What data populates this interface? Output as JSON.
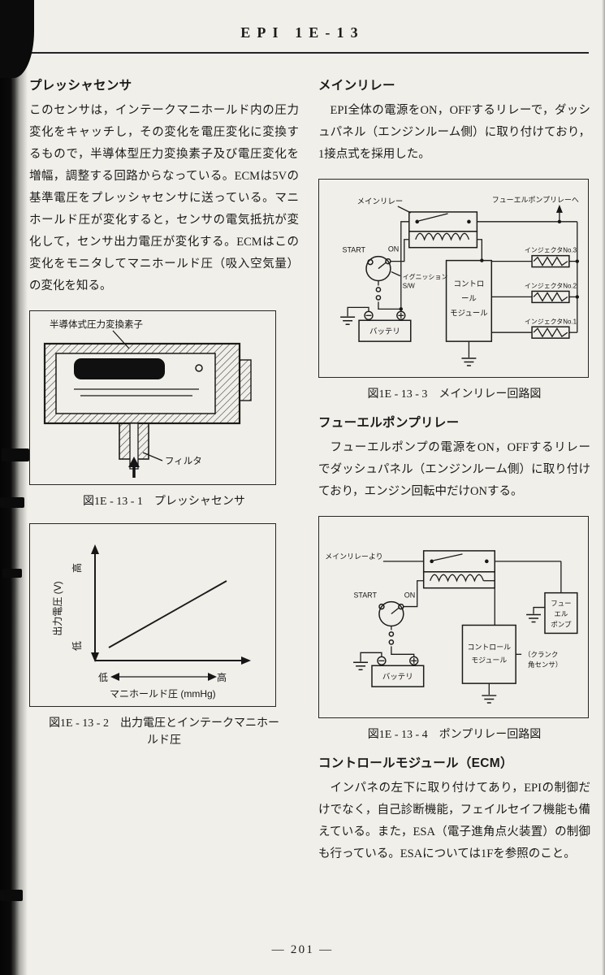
{
  "page": {
    "header": "EPI  1E-13",
    "footer": "— 201 —"
  },
  "colors": {
    "paper": "#f1efe9",
    "ink": "#1b1b1b"
  },
  "left": {
    "pressure_sensor": {
      "heading": "プレッシャセンサ",
      "body": "このセンサは，インテークマニホールド内の圧力変化をキャッチし，その変化を電圧変化に変換するもので，半導体型圧力変換素子及び電圧変化を増幅，調整する回路からなっている。ECMは5Vの基準電圧をプレッシャセンサに送っている。マニホールド圧が変化すると，センサの電気抵抗が変化して，センサ出力電圧が変化する。ECMはこの変化をモニタしてマニホールド圧（吸入空気量）の変化を知る。"
    },
    "fig1": {
      "label_element": "半導体式圧力変換素子",
      "label_filter": "フィルタ",
      "caption": "図1E - 13 - 1　プレッシャセンサ"
    },
    "fig2": {
      "y_axis_label": "出力電圧 (V)",
      "y_high": "高",
      "y_low": "低",
      "x_low": "低",
      "x_high": "高",
      "x_axis_label": "マニホールド圧 (mmHg)",
      "caption_line1": "図1E - 13 - 2　出力電圧とインテークマニホー",
      "caption_line2": "ルド圧"
    }
  },
  "right": {
    "main_relay": {
      "heading": "メインリレー",
      "body": "EPI全体の電源をON，OFFするリレーで，ダッシュパネル（エンジンルーム側）に取り付けており，1接点式を採用した。"
    },
    "fig3": {
      "relay_label": "メインリレー",
      "to_pump_relay": "フューエルポンプリレーへ",
      "start": "START",
      "on": "ON",
      "ignition_line1": "イグニッション",
      "ignition_line2": "S/W",
      "ecm_line1": "コントロ",
      "ecm_line2": "ール",
      "ecm_line3": "モジュール",
      "battery": "バッテリ",
      "injector3": "インジェクタNo.3",
      "injector2": "インジェクタNo.2",
      "injector1": "インジェクタNo.1",
      "caption": "図1E - 13 - 3　メインリレー回路図"
    },
    "pump_relay": {
      "heading": "フューエルポンプリレー",
      "body": "フューエルポンプの電源をON，OFFするリレーでダッシュパネル（エンジンルーム側）に取り付けており，エンジン回転中だけONする。"
    },
    "fig4": {
      "from_main_relay": "メインリレーより",
      "start": "START",
      "on": "ON",
      "battery": "バッテリ",
      "ecm_line1": "コントロール",
      "ecm_line2": "モジュール",
      "fuel_pump_line1": "フュー",
      "fuel_pump_line2": "エル",
      "fuel_pump_line3": "ポンプ",
      "crank_line1": "（クランク",
      "crank_line2": "角センサ）",
      "caption": "図1E - 13 - 4　ポンプリレー回路図"
    },
    "ecm": {
      "heading": "コントロールモジュール（ECM）",
      "body": "インパネの左下に取り付けてあり，EPIの制御だけでなく，自己診断機能，フェイルセイフ機能も備えている。また，ESA（電子進角点火装置）の制御も行っている。ESAについては1Fを参照のこと。"
    }
  }
}
